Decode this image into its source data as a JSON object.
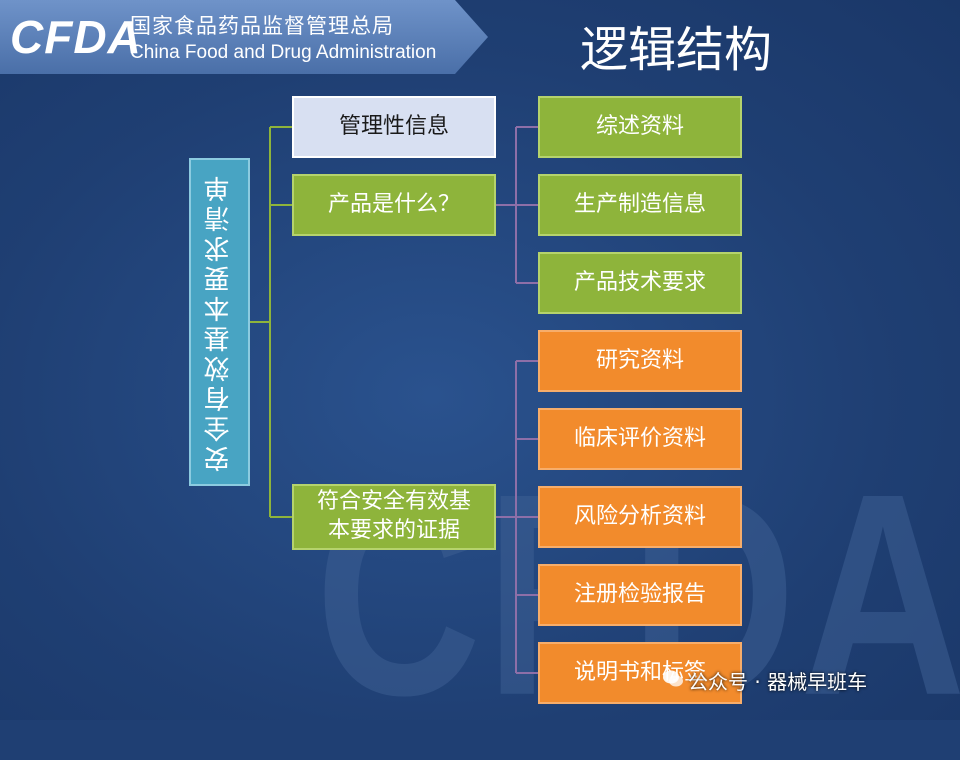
{
  "header": {
    "logo": "CFDA",
    "org_cn": "国家食品药品监督管理总局",
    "org_en": "China Food and Drug Administration",
    "title": "逻辑结构"
  },
  "diagram": {
    "root": "安全有效基本要求清单",
    "branches": [
      {
        "label": "管理性信息",
        "style": "light"
      },
      {
        "label": "产品是什么？",
        "style": "green",
        "children": [
          "综述资料",
          "生产制造信息",
          "产品技术要求"
        ]
      },
      {
        "label": "符合安全有效基本要求的证据",
        "style": "green",
        "children": [
          "研究资料",
          "临床评价资料",
          "风险分析资料",
          "注册检验报告",
          "说明书和标签"
        ]
      }
    ]
  },
  "colors": {
    "background": "#1f3f73",
    "green": "#8eb43b",
    "orange": "#f28b2c",
    "teal": "#48a4c3",
    "light": "#d8e0f2",
    "connector": "#8eb43b"
  },
  "watermark": {
    "letters": "CFDA",
    "credit": "公众号 · 器械早班车",
    "credit_icon": "wechat-icon"
  }
}
